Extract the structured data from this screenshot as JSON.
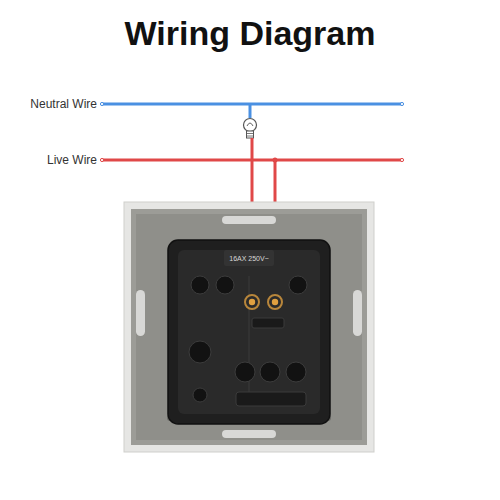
{
  "diagram": {
    "title": "Wiring Diagram",
    "labels": [
      "Neutral Wire",
      "Live Wire",
      "16AX 250V~"
    ]
  }
}
